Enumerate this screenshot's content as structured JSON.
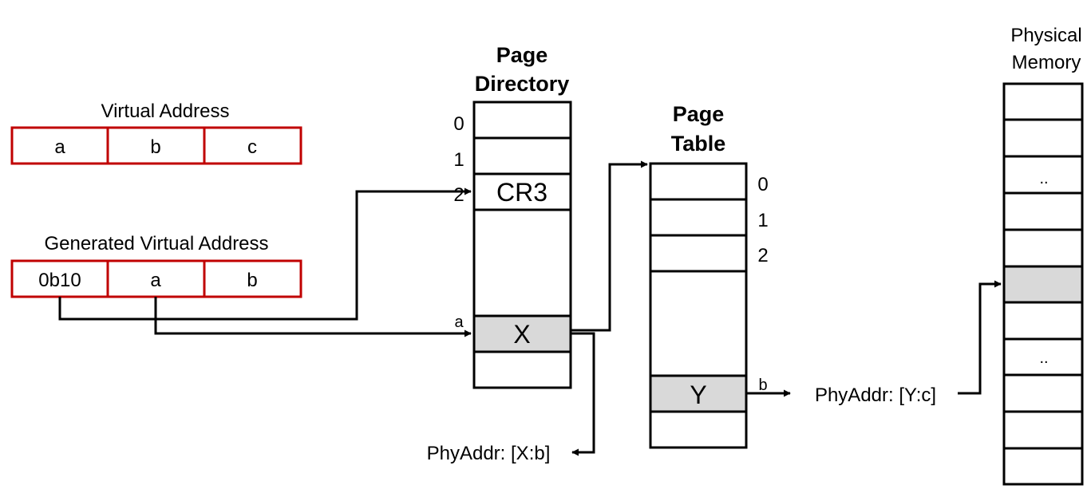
{
  "virtual_address": {
    "title": "Virtual Address",
    "fields": [
      "a",
      "b",
      "c"
    ]
  },
  "generated_virtual_address": {
    "title": "Generated Virtual Address",
    "fields": [
      "0b10",
      "a",
      "b"
    ]
  },
  "page_directory": {
    "title_line1": "Page",
    "title_line2": "Directory",
    "indices": [
      "0",
      "1",
      "2"
    ],
    "cr3_label": "CR3",
    "entry_label": "X",
    "entry_index": "a"
  },
  "page_table": {
    "title_line1": "Page",
    "title_line2": "Table",
    "indices": [
      "0",
      "1",
      "2"
    ],
    "entry_label": "Y",
    "entry_index": "b"
  },
  "physical_memory": {
    "title_line1": "Physical",
    "title_line2": "Memory",
    "ellipsis_1": "..",
    "ellipsis_2": ".."
  },
  "phy_addr_xb": "PhyAddr: [X:b]",
  "phy_addr_yc": "PhyAddr: [Y:c]",
  "colors": {
    "field_border": "#c00000",
    "highlight": "#d9d9d9",
    "line": "#000000"
  }
}
